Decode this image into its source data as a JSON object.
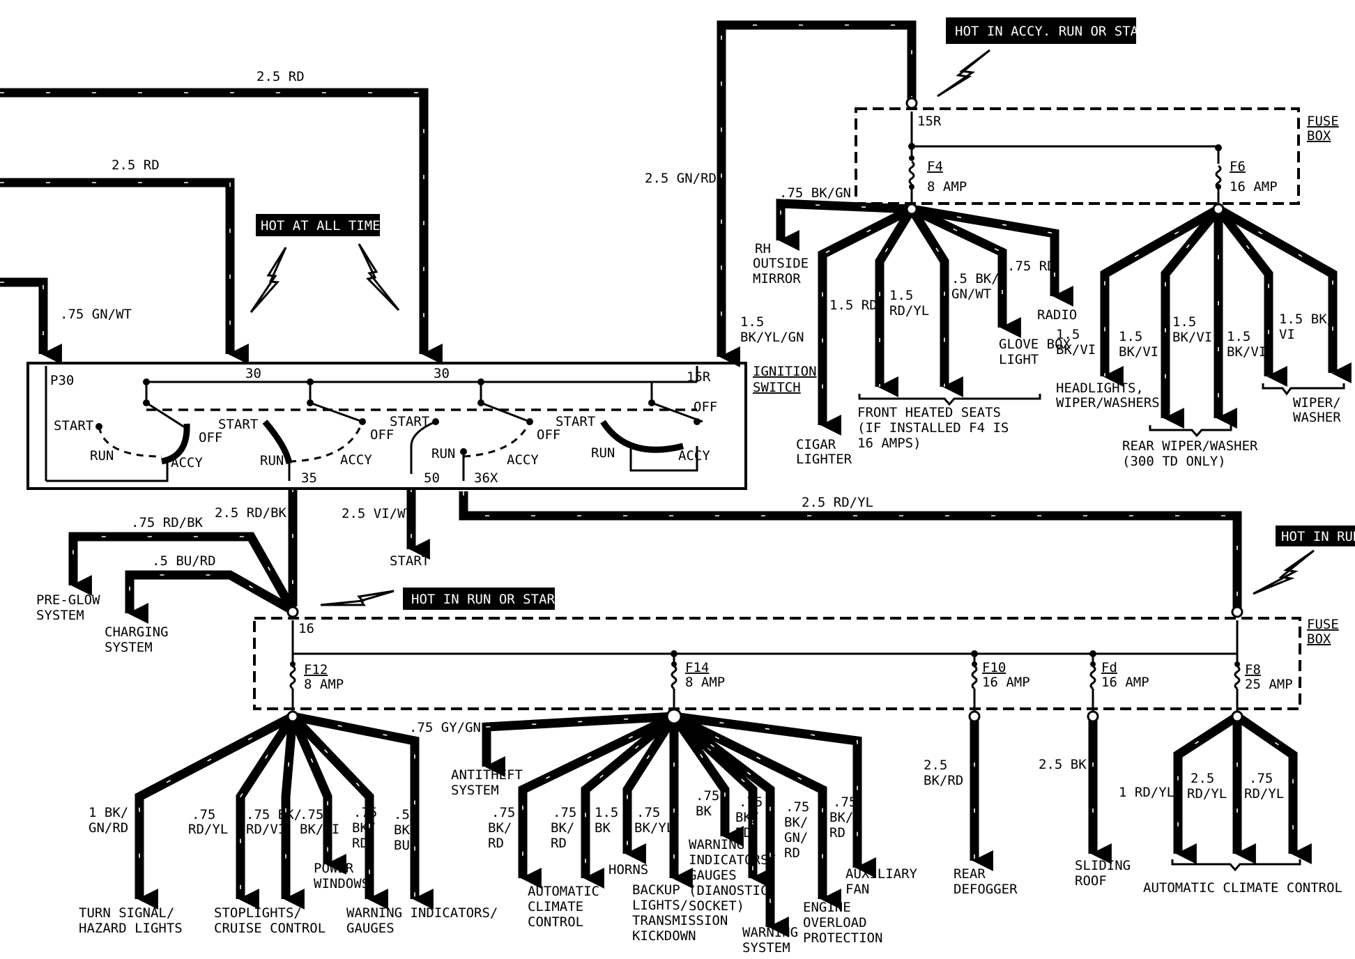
{
  "banners": {
    "hot_accy_run_start": "HOT IN ACCY. RUN OR START",
    "hot_all_times": "HOT AT ALL TIMES",
    "hot_run_or_start": "HOT IN RUN OR START",
    "hot_in_run": "HOT IN RUN"
  },
  "wires": {
    "w1": "2.5 RD",
    "w2": "2.5 RD",
    "w3": ".75 GN/WT",
    "w4": "2.5 GN/RD",
    "w5": "2.5 RD/BK",
    "w6": ".75 RD/BK",
    "w7": ".5 BU/RD",
    "w8": "2.5 VI/WT",
    "w9": "2.5 RD/YL",
    "w10": ".75 BK/GN",
    "w11": ".75 GY/GN",
    "w12": "2.5 BK"
  },
  "ignition": {
    "label_l1": "IGNITION",
    "label_l2": "SWITCH",
    "p30": "P30",
    "t30a": "30",
    "t30b": "30",
    "t15r": "15R",
    "t35": "35",
    "t50": "50",
    "t36x": "36X",
    "start1": "START",
    "off1": "OFF",
    "run1": "RUN",
    "accy1": "ACCY",
    "start2": "START",
    "off2": "OFF",
    "run2": "RUN",
    "accy2": "ACCY",
    "start3": "START",
    "off3": "OFF",
    "run3": "RUN",
    "accy3": "ACCY",
    "start4": "START",
    "off4": "OFF",
    "run4": "RUN",
    "accy4": "ACCY",
    "start_out": "START"
  },
  "fusebox_top": {
    "label_l1": "FUSE",
    "label_l2": "BOX",
    "node": "15R",
    "f4_name": "F4",
    "f4_amp": "8 AMP",
    "f6_name": "F6",
    "f6_amp": "16 AMP"
  },
  "fusebox_bottom": {
    "label_l1": "FUSE",
    "label_l2": "BOX",
    "node": "16",
    "f12_name": "F12",
    "f12_amp": "8 AMP",
    "f14_name": "F14",
    "f14_amp": "8 AMP",
    "f10_name": "F10",
    "f10_amp": "16 AMP",
    "fd_name": "Fd",
    "fd_amp": "16 AMP",
    "f8_name": "F8",
    "f8_amp": "25 AMP"
  },
  "top_labels": {
    "rh_mirror_l1": "RH",
    "rh_mirror_l2": "OUTSIDE",
    "rh_mirror_l3": "MIRROR",
    "w_15bkylgn_l1": "1.5",
    "w_15bkylgn_l2": "BK/YL/GN",
    "w_15rd": "1.5 RD",
    "w_15rdyl_l1": "1.5",
    "w_15rdyl_l2": "RD/YL",
    "w_5bkgnwt_l1": ".5 BK/",
    "w_5bkgnwt_l2": "GN/WT",
    "w_75rd": ".75 RD",
    "radio": "RADIO",
    "glove_l1": "GLOVE BOX",
    "glove_l2": "LIGHT",
    "cigar_l1": "CIGAR",
    "cigar_l2": "LIGHTER",
    "seats_l1": "FRONT HEATED SEATS",
    "seats_l2": "(IF INSTALLED F4 IS",
    "seats_l3": "16 AMPS)",
    "f6w1_l1": "1.5",
    "f6w1_l2": "BK/VI",
    "f6w2_l1": "1.5",
    "f6w2_l2": "BK/VI",
    "f6w3_l1": "1.5",
    "f6w3_l2": "BK/VI",
    "f6w4_l1": "1.5",
    "f6w4_l2": "BK/VI",
    "f6w5_l1": "1.5 BK/",
    "f6w5_l2": "VI",
    "headlights_l1": "HEADLIGHTS,",
    "headlights_l2": "WIPER/WASHERS",
    "wiper_l1": "WIPER/",
    "wiper_l2": "WASHER",
    "rear_wiper_l1": "REAR WIPER/WASHER",
    "rear_wiper_l2": "(300 TD ONLY)"
  },
  "left_labels": {
    "preglow_l1": "PRE-GLOW",
    "preglow_l2": "SYSTEM",
    "charging_l1": "CHARGING",
    "charging_l2": "SYSTEM"
  },
  "bottom_labels": {
    "b1_l1": "1 BK/",
    "b1_l2": "GN/RD",
    "b2_l1": ".75",
    "b2_l2": "RD/YL",
    "b3_l1": ".75 BK/",
    "b3_l2": "RD/VI",
    "b4_l1": ".75",
    "b4_l2": "BK/VI",
    "b5_l1": ".75",
    "b5_l2": "BK/",
    "b5_l3": "RD",
    "b6_l1": ".5",
    "b6_l2": "BK/",
    "b6_l3": "BU",
    "turn_l1": "TURN SIGNAL/",
    "turn_l2": "HAZARD LIGHTS",
    "stop_l1": "STOPLIGHTS/",
    "stop_l2": "CRUISE CONTROL",
    "power_l1": "POWER",
    "power_l2": "WINDOWS",
    "warn1_l1": "WARNING INDICATORS/",
    "warn1_l2": "GAUGES",
    "antitheft_l1": "ANTITHEFT",
    "antitheft_l2": "SYSTEM",
    "c1_l1": ".75",
    "c1_l2": "BK/",
    "c1_l3": "RD",
    "c2_l1": ".75",
    "c2_l2": "BK/",
    "c2_l3": "RD",
    "c3_l1": "1.5",
    "c3_l2": "BK",
    "c4_l1": ".75",
    "c4_l2": "BK/YL",
    "c5_l1": ".75",
    "c5_l2": "BK",
    "c6_l1": ".75",
    "c6_l2": "BK/",
    "c6_l3": "RD",
    "c7_l1": ".75",
    "c7_l2": "BK/",
    "c7_l3": "GN/",
    "c7_l4": "RD",
    "c8_l1": ".75",
    "c8_l2": "BK/",
    "c8_l3": "RD",
    "acc_l1": "AUTOMATIC",
    "acc_l2": "CLIMATE",
    "acc_l3": "CONTROL",
    "horns": "HORNS",
    "backup_l1": "BACKUP",
    "backup_l2": "LIGHTS/",
    "backup_l3": "TRANSMISSION",
    "backup_l4": "KICKDOWN",
    "warn2_l1": "WARNING",
    "warn2_l2": "INDICATORS/",
    "warn2_l3": "GAUGES",
    "warn2_l4": "(DIANOSTIC",
    "warn2_l5": "SOCKET)",
    "warnsys_l1": "WARNING",
    "warnsys_l2": "SYSTEM",
    "engine_l1": "ENGINE",
    "engine_l2": "OVERLOAD",
    "engine_l3": "PROTECTION",
    "aux_l1": "AUXILIARY",
    "aux_l2": "FAN",
    "f10w_l1": "2.5",
    "f10w_l2": "BK/RD",
    "rear_def_l1": "REAR",
    "rear_def_l2": "DEFOGGER",
    "sliding_l1": "SLIDING",
    "sliding_l2": "ROOF",
    "f8w1": "1 RD/YL",
    "f8w2_l1": "2.5",
    "f8w2_l2": "RD/YL",
    "f8w3_l1": ".75",
    "f8w3_l2": "RD/YL",
    "acc2": "AUTOMATIC CLIMATE CONTROL"
  }
}
